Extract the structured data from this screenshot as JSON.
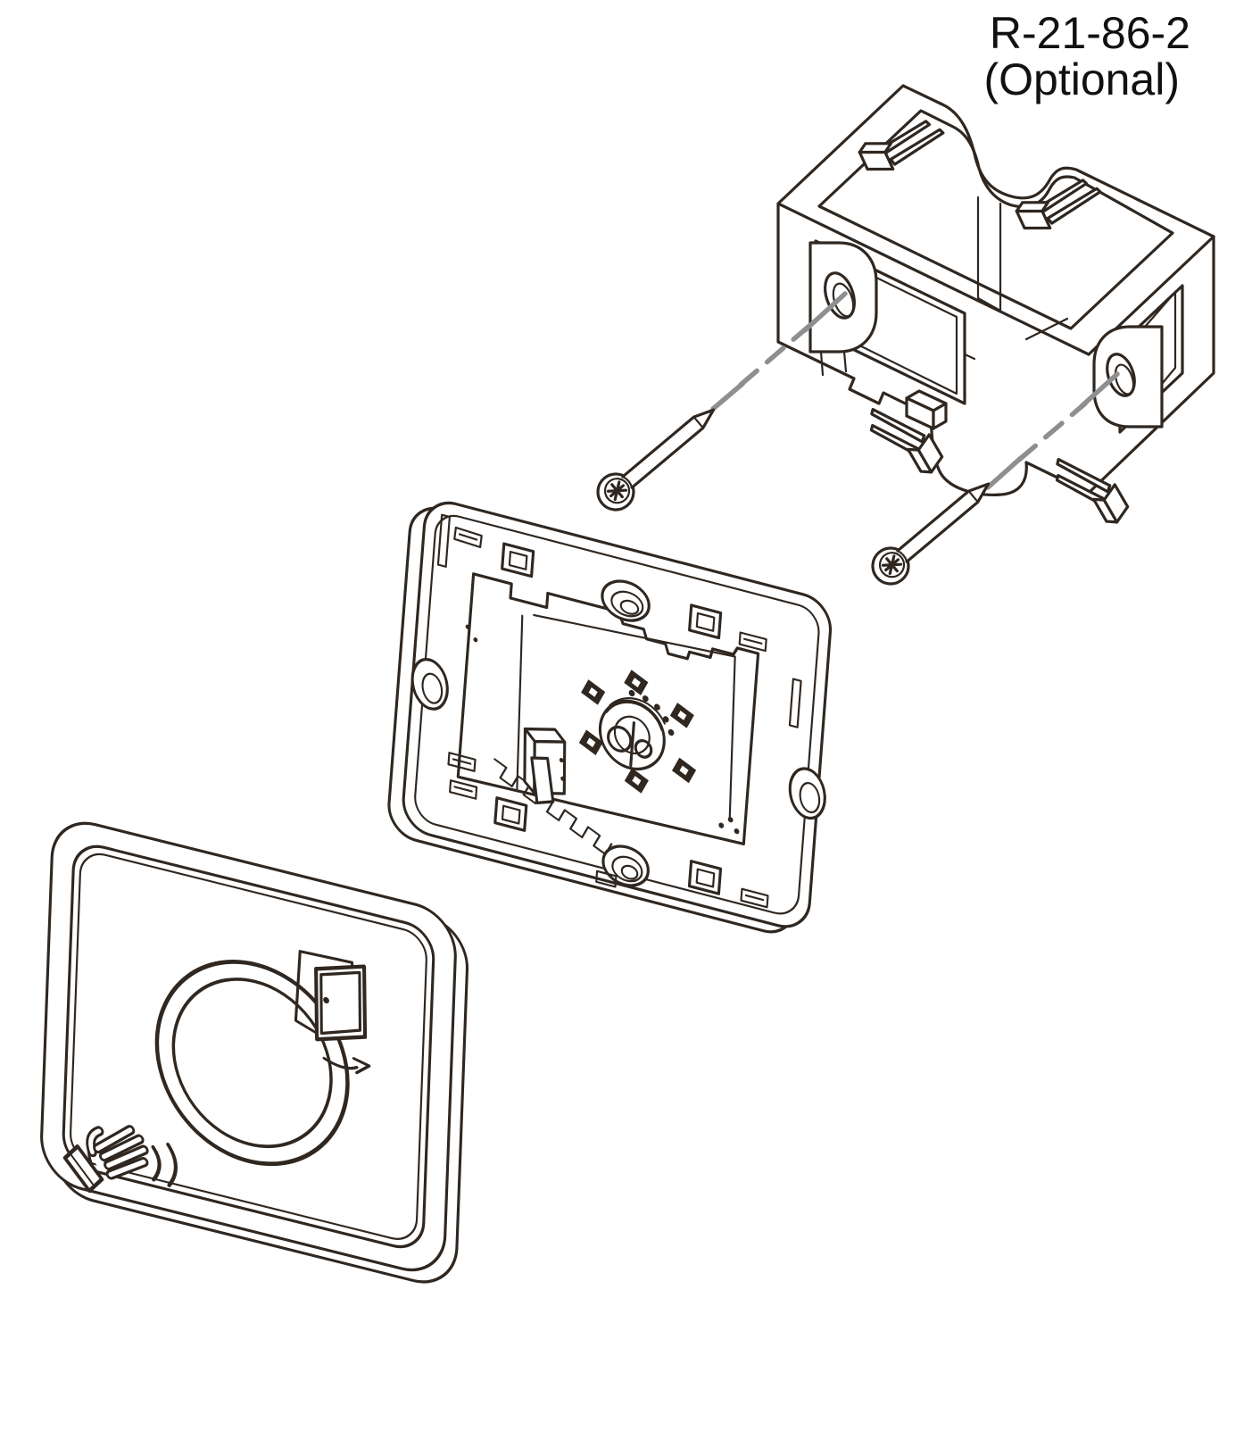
{
  "label": {
    "line1": "R-21-86-2",
    "line2": "(Optional)"
  },
  "colors": {
    "background": "#ffffff",
    "ink": "#2f2720",
    "guide_dash_gray": "#8f8f8f",
    "text": "#111111"
  },
  "parts": {
    "back_box": "wall-mount-back-box",
    "screws": [
      "mounting-screw-left",
      "mounting-screw-right"
    ],
    "middle": "sensor-frame-plate",
    "front": "front-cover-plate"
  },
  "icons": [
    "door-open-icon",
    "hand-wave-icon",
    "sound-wave-icon",
    "phillips-screw-head-icon"
  ]
}
